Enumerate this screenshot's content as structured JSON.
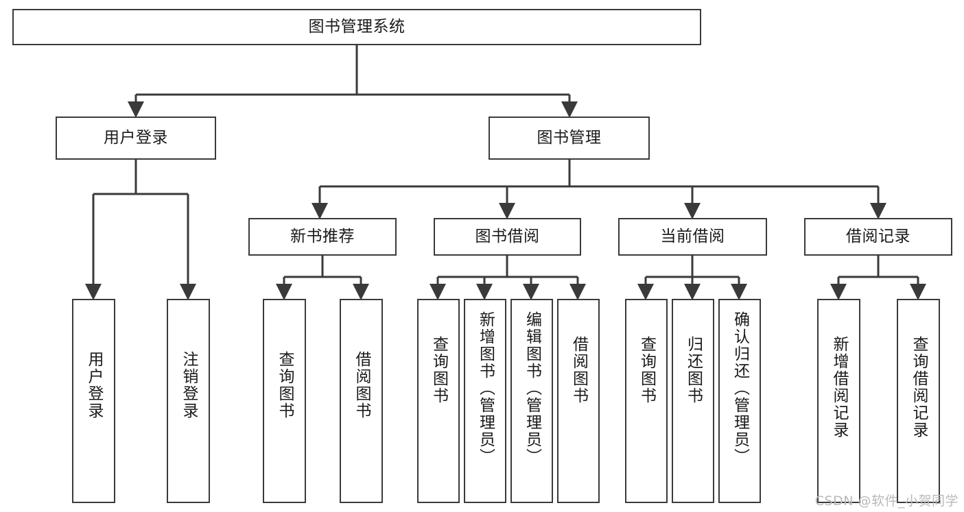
{
  "diagram": {
    "title": "图书管理系统",
    "type": "tree",
    "orientation": "top-down",
    "colors": {
      "box_border": "#3a3a3a",
      "box_fill": "#ffffff",
      "edge": "#3a3a3a",
      "text": "#1a1a1a",
      "watermark": "#b9b9b9"
    },
    "root": {
      "label": "图书管理系统"
    },
    "level2": [
      {
        "label": "用户登录"
      },
      {
        "label": "图书管理"
      }
    ],
    "level3": [
      {
        "label": "新书推荐"
      },
      {
        "label": "图书借阅"
      },
      {
        "label": "当前借阅"
      },
      {
        "label": "借阅记录"
      }
    ],
    "leaves": {
      "user_login": [
        {
          "label": "用户登录"
        },
        {
          "label": "注销登录"
        }
      ],
      "new_book_recommend": [
        {
          "label": "查询图书"
        },
        {
          "label": "借阅图书"
        }
      ],
      "book_borrow": [
        {
          "label": "查询图书"
        },
        {
          "label": "新增图书（管理员）"
        },
        {
          "label": "编辑图书（管理员）"
        },
        {
          "label": "借阅图书"
        }
      ],
      "current_borrow": [
        {
          "label": "查询图书"
        },
        {
          "label": "归还图书"
        },
        {
          "label": "确认归还（管理员）"
        }
      ],
      "borrow_record": [
        {
          "label": "新增借阅记录"
        },
        {
          "label": "查询借阅记录"
        }
      ]
    }
  },
  "watermark": {
    "text": "CSDN @软件_小贺同学"
  }
}
